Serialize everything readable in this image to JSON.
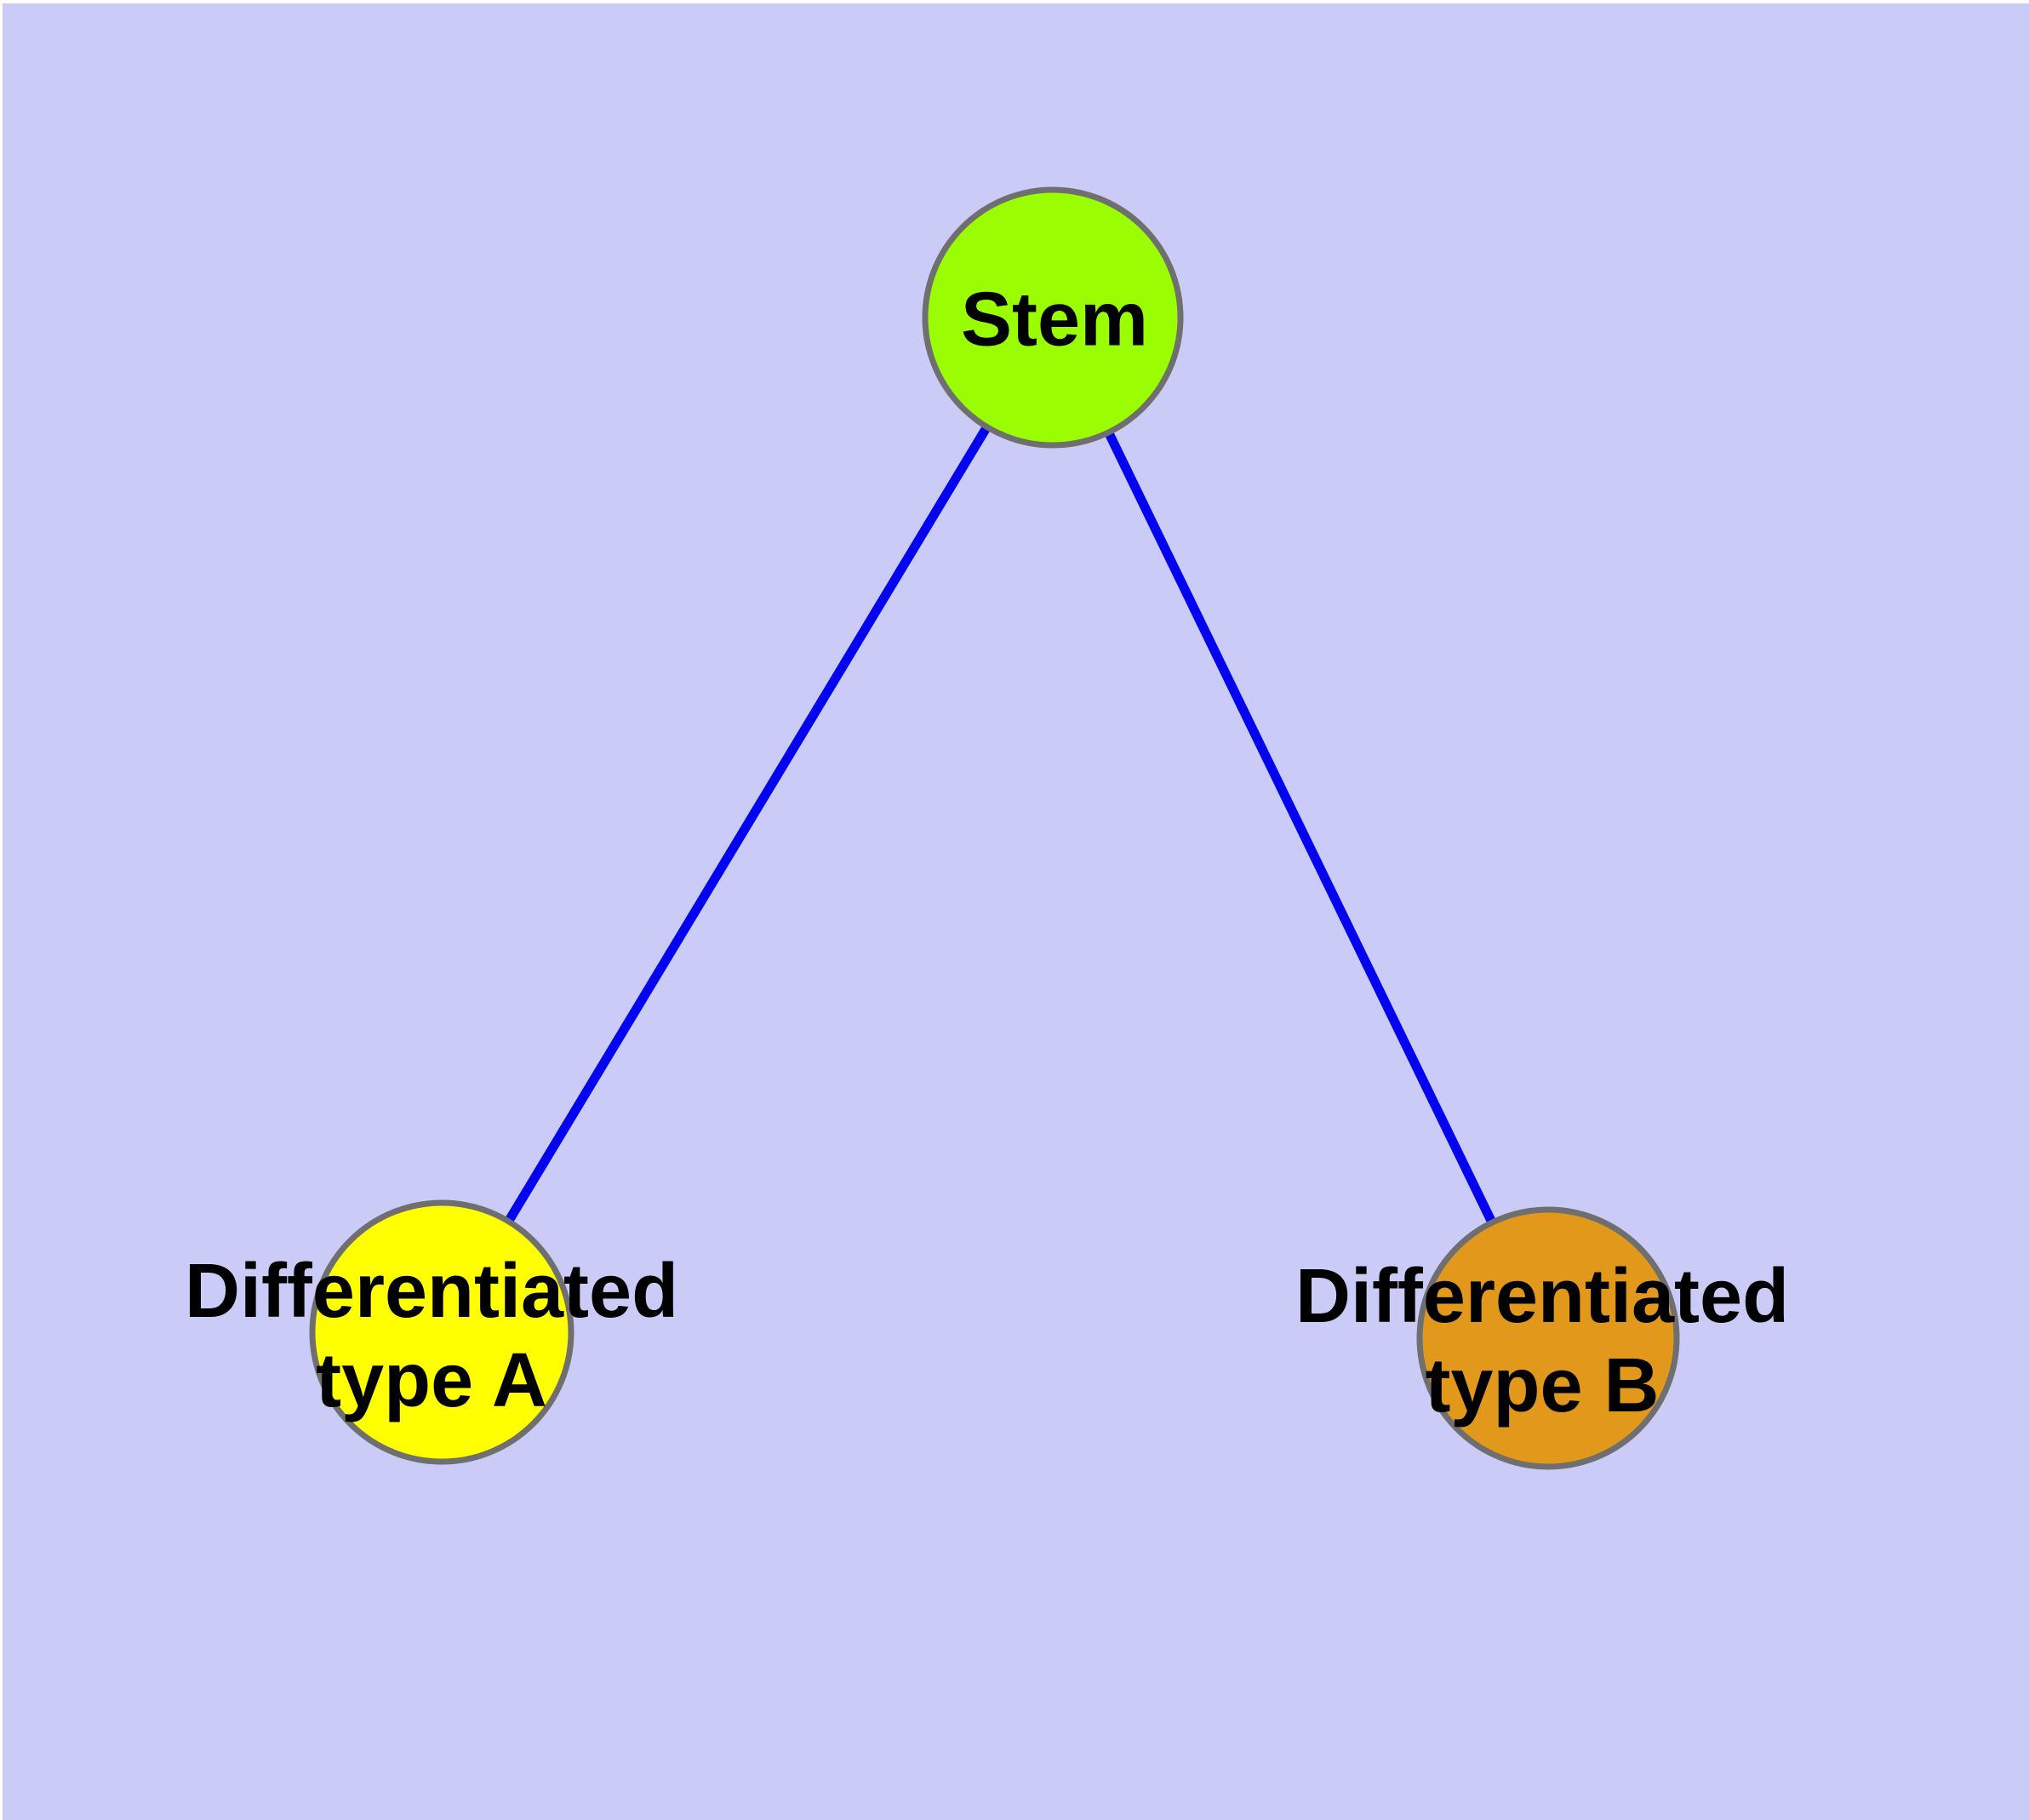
{
  "canvas": {
    "background_color": "#cbcbf8",
    "margin_color": "#ffffff",
    "node_border_color": "#6f6f6f",
    "label_color": "#000000"
  },
  "edges": {
    "color": "#0303ef",
    "items": [
      {
        "from": "stem",
        "to": "type_a"
      },
      {
        "from": "stem",
        "to": "type_b"
      }
    ]
  },
  "nodes": {
    "stem": {
      "label": "Stem",
      "fill_color": "#9afd02"
    },
    "type_a": {
      "label_line1": "Differentiated",
      "label_line2": "type A",
      "fill_color": "#ffff00"
    },
    "type_b": {
      "label_line1": "Differentiated",
      "label_line2": "type B",
      "fill_color": "#e2981b"
    }
  }
}
